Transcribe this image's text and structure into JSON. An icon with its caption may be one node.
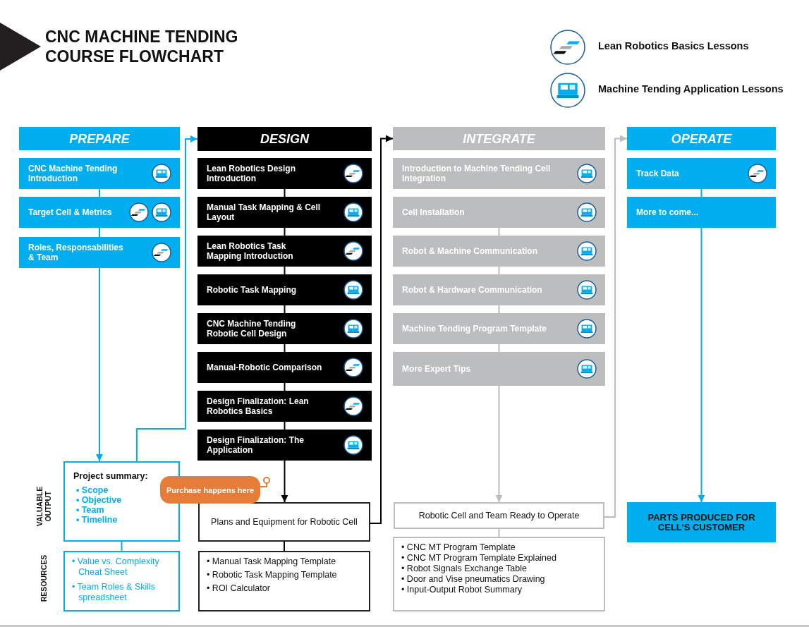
{
  "diagram": {
    "title": "CNC MACHINE TENDING COURSE FLOWCHART",
    "nodes": [
      {
        "text": [
          "PREPARE"
        ]
      },
      {
        "text": [
          "CNC Machine Tending Introduction"
        ]
      },
      {
        "text": [
          "Target Cell & Metrics"
        ]
      },
      {
        "text": [
          "Roles, Responsabilities & Team"
        ]
      },
      {
        "text": [
          "Project summary:",
          "• Scope",
          "• Objective",
          "• Team",
          "• Timeline"
        ]
      },
      {
        "text": [
          "• Value vs. Complexity Cheat Sheet",
          "• Team Roles & Skills spreadsheet"
        ]
      },
      {
        "text": [
          "DESIGN"
        ]
      },
      {
        "text": [
          "Lean Robotics Design Introduction"
        ]
      },
      {
        "text": [
          "Manual Task Mapping & Cell Layout"
        ]
      },
      {
        "text": [
          "Lean Robotics Task Mapping Introduction"
        ]
      },
      {
        "text": [
          "Robotic Task Mapping"
        ]
      },
      {
        "text": [
          "CNC Machine Tending Robotic Cell Design"
        ]
      },
      {
        "text": [
          "Manual-Robotic Comparison"
        ]
      },
      {
        "text": [
          "Design Finalization: Lean Robotics Basics"
        ]
      },
      {
        "text": [
          "Design Finalization: The Application"
        ]
      },
      {
        "text": [
          "Purchase happens here"
        ]
      },
      {
        "text": [
          "Plans and Equipment for Robotic Cell"
        ]
      },
      {
        "text": [
          "• Manual Task Mapping Template",
          "• Robotic Task Mapping Template",
          "• ROI Calculator"
        ]
      },
      {
        "text": [
          "INTEGRATE"
        ]
      },
      {
        "text": [
          "Introduction to Machine Tending Cell Integration"
        ]
      },
      {
        "text": [
          "Cell Installation"
        ]
      },
      {
        "text": [
          "Robot & Machine Communication"
        ]
      },
      {
        "text": [
          "Robot & Hardware Communication"
        ]
      },
      {
        "text": [
          "Machine Tending Program Template"
        ]
      },
      {
        "text": [
          "More Expert Tips"
        ]
      },
      {
        "text": [
          "Robotic Cell and Team Ready to Operate"
        ]
      },
      {
        "text": [
          "• CNC MT Program Template",
          "• CNC MT Program Template Explained",
          "• Robot Signals Exchange Table",
          "• Door and Vise pneumatics Drawing",
          "• Input-Output Robot Summary"
        ]
      },
      {
        "text": [
          "OPERATE"
        ]
      },
      {
        "text": [
          "Track Data"
        ]
      },
      {
        "text": [
          "More to come..."
        ]
      },
      {
        "text": [
          "PARTS PRODUCED FOR CELL’S CUSTOMER"
        ]
      }
    ],
    "edges": [
      {
        "from": 1,
        "to": 2,
        "arrow": "none",
        "color": "#00aeef"
      },
      {
        "from": 2,
        "to": 3,
        "arrow": "none",
        "color": "#00aeef"
      },
      {
        "from": 3,
        "to": 4,
        "arrow": "to",
        "color": "#00aeef"
      },
      {
        "from": 4,
        "to": 6,
        "arrow": "to",
        "color": "#00aeef"
      },
      {
        "from": 4,
        "to": 5,
        "arrow": "none",
        "color": "#00aeef"
      },
      {
        "from": 7,
        "to": 8,
        "arrow": "none"
      },
      {
        "from": 8,
        "to": 9,
        "arrow": "none"
      },
      {
        "from": 9,
        "to": 10,
        "arrow": "none"
      },
      {
        "from": 10,
        "to": 11,
        "arrow": "none"
      },
      {
        "from": 11,
        "to": 12,
        "arrow": "none"
      },
      {
        "from": 12,
        "to": 13,
        "arrow": "none"
      },
      {
        "from": 13,
        "to": 14,
        "arrow": "none"
      },
      {
        "from": 14,
        "to": 16,
        "arrow": "to"
      },
      {
        "from": 16,
        "to": 17,
        "arrow": "none"
      },
      {
        "from": 16,
        "to": 18,
        "arrow": "to"
      },
      {
        "from": 20,
        "to": 21,
        "arrow": "none",
        "color": "#bcbdbe"
      },
      {
        "from": 21,
        "to": 22,
        "arrow": "none",
        "color": "#bcbdbe"
      },
      {
        "from": 22,
        "to": 23,
        "arrow": "none",
        "color": "#bcbdbe"
      },
      {
        "from": 23,
        "to": 24,
        "arrow": "none",
        "color": "#bcbdbe"
      },
      {
        "from": 24,
        "to": 25,
        "arrow": "to",
        "color": "#bcbdbe"
      },
      {
        "from": 25,
        "to": 26,
        "arrow": "none",
        "color": "#bcbdbe"
      },
      {
        "from": 25,
        "to": 27,
        "arrow": "to",
        "color": "#bcbdbe"
      },
      {
        "from": 28,
        "to": 29,
        "arrow": "none",
        "color": "#00aeef"
      },
      {
        "from": 29,
        "to": 30,
        "arrow": "to",
        "color": "#00aeef"
      },
      {
        "from": 15,
        "to": null,
        "arrow": "other",
        "color": "#e57c37"
      }
    ],
    "labels": [
      "VALUABLE OUTPUT",
      "RESOURCES"
    ],
    "legend": [
      {
        "text": "Lean Robotics Basics Lessons"
      },
      {
        "text": "Machine Tending Application Lessons"
      }
    ]
  }
}
